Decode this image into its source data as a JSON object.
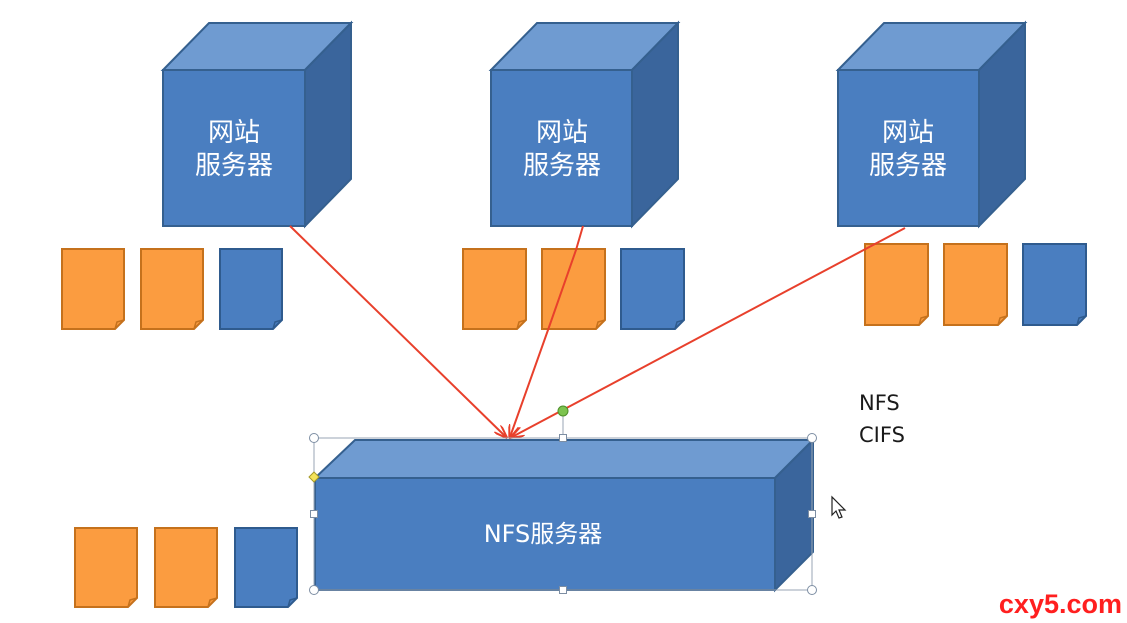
{
  "servers": [
    {
      "label_line1": "网站",
      "label_line2": "服务器"
    },
    {
      "label_line1": "网站",
      "label_line2": "服务器"
    },
    {
      "label_line1": "网站",
      "label_line2": "服务器"
    }
  ],
  "nfs_server": {
    "label": "NFS服务器"
  },
  "protocols": [
    "NFS",
    "CIFS"
  ],
  "watermark": "cxy5.com",
  "colors": {
    "box_front": "#4a7ec0",
    "box_top": "#6f9bd1",
    "box_side": "#3a659c",
    "box_stroke": "#35608f",
    "file_orange": "#fb9c40",
    "file_orange_stroke": "#c5711c",
    "file_blue": "#4a7ec0",
    "file_blue_stroke": "#2f5b8e",
    "arrow": "#e8402c",
    "watermark": "#ff1f1f"
  },
  "file_groups": [
    [
      "orange",
      "orange",
      "blue"
    ],
    [
      "orange",
      "orange",
      "blue"
    ],
    [
      "orange",
      "orange",
      "blue"
    ],
    [
      "orange",
      "orange",
      "blue"
    ]
  ]
}
